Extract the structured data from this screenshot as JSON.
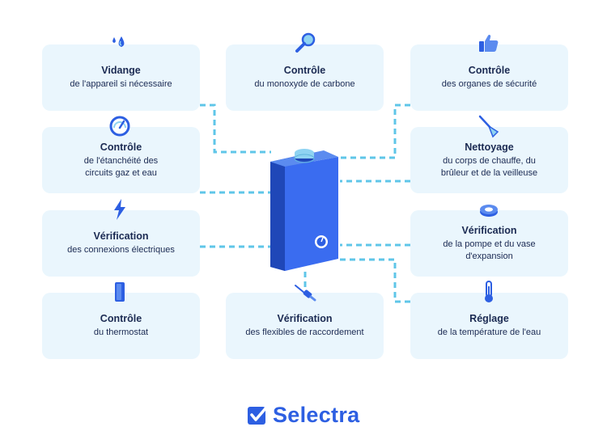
{
  "colors": {
    "accent": "#2d5fe2",
    "card_bg": "#eaf6fd",
    "connector": "#5fc6e8",
    "text": "#1b2a52"
  },
  "cards": [
    {
      "id": "vidange",
      "title": "Vidange",
      "lines": [
        "de l'appareil si nécessaire"
      ],
      "icon": "water-drops-icon"
    },
    {
      "id": "monoxyde",
      "title": "Contrôle",
      "lines": [
        "du monoxyde de carbone"
      ],
      "icon": "magnifier-icon"
    },
    {
      "id": "securite",
      "title": "Contrôle",
      "lines": [
        "des organes de sécurité"
      ],
      "icon": "thumbs-up-icon"
    },
    {
      "id": "etancheite",
      "title": "Contrôle",
      "lines": [
        "de l'étanchéité des",
        "circuits gaz et eau"
      ],
      "icon": "gauge-icon"
    },
    {
      "id": "nettoyage",
      "title": "Nettoyage",
      "lines": [
        "du corps de chauffe, du",
        "brûleur et de la veilleuse"
      ],
      "icon": "broom-icon"
    },
    {
      "id": "connexions",
      "title": "Vérification",
      "lines": [
        "des connexions électriques"
      ],
      "icon": "lightning-icon"
    },
    {
      "id": "pompe",
      "title": "Vérification",
      "lines": [
        "de la pompe et du vase",
        "d'expansion"
      ],
      "icon": "pump-icon"
    },
    {
      "id": "thermostat",
      "title": "Contrôle",
      "lines": [
        "du thermostat"
      ],
      "icon": "thermostat-icon"
    },
    {
      "id": "flexibles",
      "title": "Vérification",
      "lines": [
        "des flexibles de raccordement"
      ],
      "icon": "hose-icon"
    },
    {
      "id": "temperature",
      "title": "Réglage",
      "lines": [
        "de la température de l'eau"
      ],
      "icon": "thermometer-icon"
    }
  ],
  "center": {
    "icon": "boiler-icon"
  },
  "brand": {
    "name": "Selectra",
    "icon": "check-box-icon"
  }
}
